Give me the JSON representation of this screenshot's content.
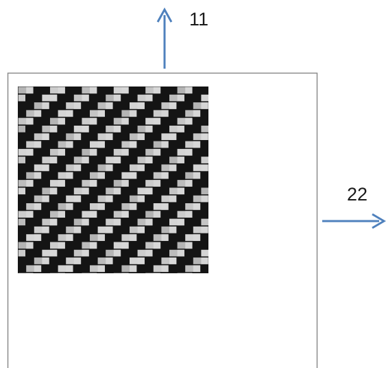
{
  "diagram": {
    "axis_11_label": "11",
    "axis_22_label": "22",
    "arrow_color": "#4f81bd",
    "frame_color": "#8c8c8c",
    "weave_pattern": "twill-fabric-texture",
    "weave_dark_color": "#141414",
    "weave_light_color": "#d8d8d8"
  }
}
